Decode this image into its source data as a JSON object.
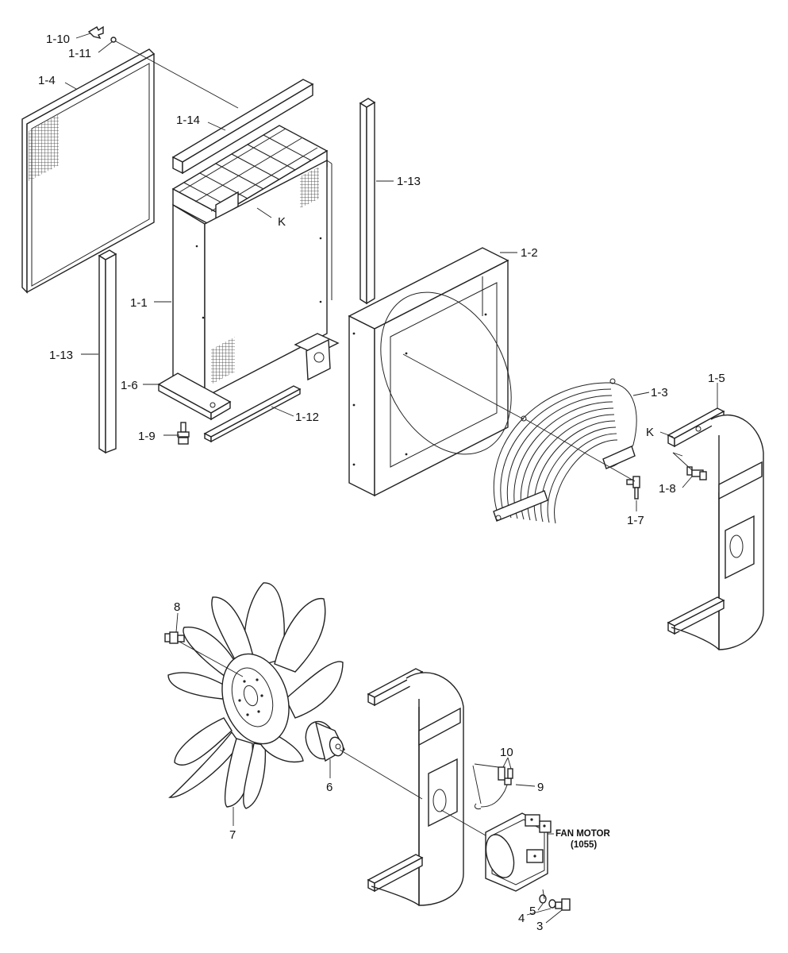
{
  "callouts": {
    "p1_10": "1-10",
    "p1_11": "1-11",
    "p1_4": "1-4",
    "p1_14": "1-14",
    "k_top": "K",
    "p1_13_right": "1-13",
    "p1_2": "1-2",
    "p1_1": "1-1",
    "p1_13_left": "1-13",
    "p1_6": "1-6",
    "p1_12": "1-12",
    "p1_9": "1-9",
    "p1_3": "1-3",
    "p1_5": "1-5",
    "k_right": "K",
    "p1_8": "1-8",
    "p1_7": "1-7",
    "p8": "8",
    "p6": "6",
    "p7": "7",
    "p10": "10",
    "p9": "9",
    "fan_motor": "FAN MOTOR",
    "fan_motor_ref": "(1055)",
    "p5": "5",
    "p4": "4",
    "p3": "3"
  }
}
